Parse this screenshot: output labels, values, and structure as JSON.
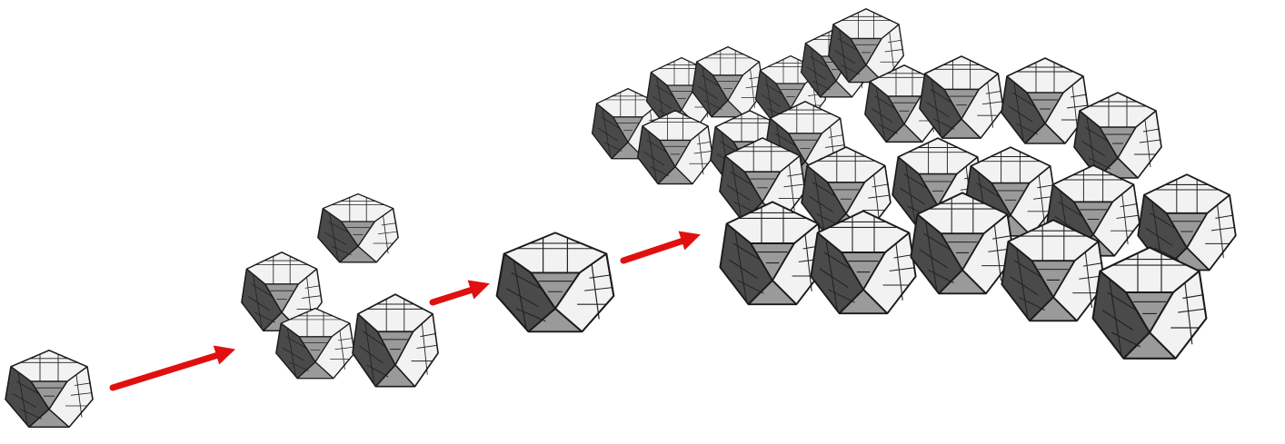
{
  "figure": {
    "stages": [
      {
        "id": "single-unit",
        "count": 1
      },
      {
        "id": "four-units",
        "count": 4
      },
      {
        "id": "assembled-unit",
        "count": 1
      },
      {
        "id": "extended-framework",
        "count": 24
      }
    ],
    "arrow_count": 3,
    "colors": {
      "arrow": "#e01010",
      "light_face": "#f2f2f2",
      "mid_face": "#9a9a9a",
      "dark_face": "#4a4a4a",
      "edge": "#1a1a1a",
      "background": "#ffffff"
    }
  }
}
